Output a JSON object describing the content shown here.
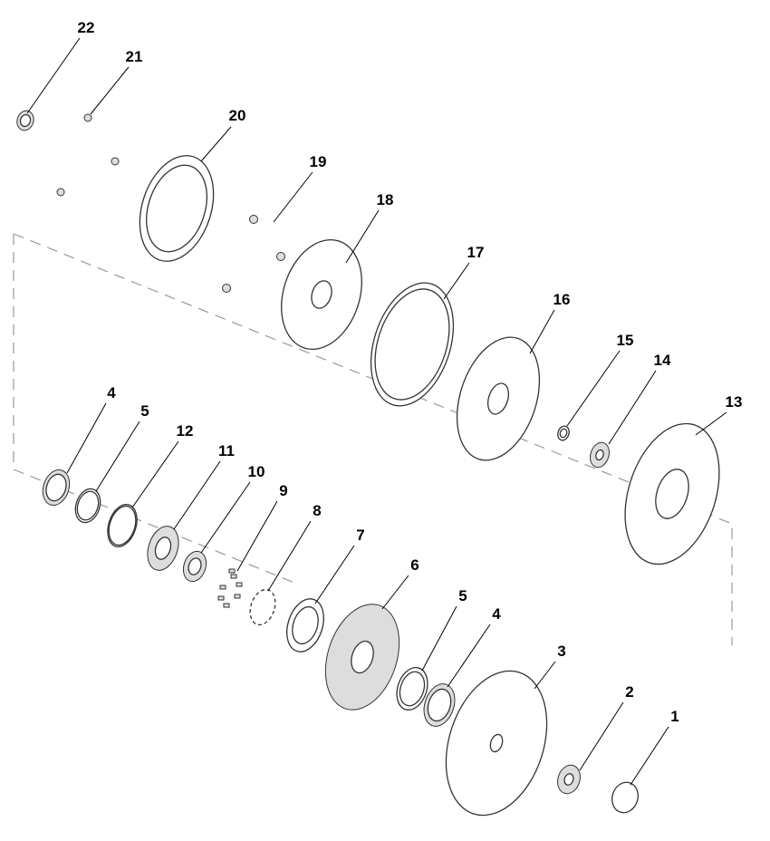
{
  "labels": [
    "22",
    "21",
    "20",
    "19",
    "18",
    "17",
    "16",
    "15",
    "14",
    "13",
    "4",
    "5",
    "12",
    "11",
    "10",
    "9",
    "8",
    "7",
    "6",
    "5",
    "4",
    "3",
    "2",
    "1"
  ]
}
